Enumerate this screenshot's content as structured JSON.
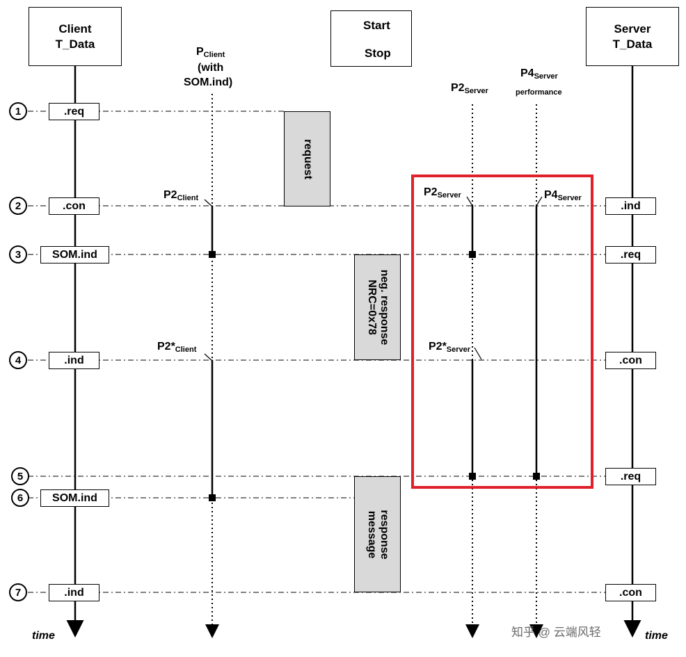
{
  "headers": {
    "client": [
      "Client",
      "T_Data"
    ],
    "server": [
      "Server",
      "T_Data"
    ],
    "legend": {
      "start": "Start",
      "stop": "Stop"
    }
  },
  "timelines": {
    "p_client": {
      "main": "P",
      "sub": "Client",
      "lines": [
        "(with",
        "SOM.ind)"
      ]
    },
    "p2_server": {
      "main": "P2",
      "sub": "Server"
    },
    "p4_server": {
      "main": "P4",
      "sub": "Server",
      "note": "performance"
    }
  },
  "steps": [
    "1",
    "2",
    "3",
    "4",
    "5",
    "6",
    "7"
  ],
  "client_prims": [
    ".req",
    ".con",
    "SOM.ind",
    ".ind",
    "SOM.ind",
    ".ind"
  ],
  "server_prims": [
    ".ind",
    ".req",
    ".con",
    ".req",
    ".con"
  ],
  "timer_labels": {
    "p2_client": {
      "main": "P2",
      "sub": "Client"
    },
    "p2star_client": {
      "main": "P2*",
      "sub": "Client"
    },
    "p2_server": {
      "main": "P2",
      "sub": "Server"
    },
    "p4_server": {
      "main": "P4",
      "sub": "Server"
    },
    "p2star_server": {
      "main": "P2*",
      "sub": "Server"
    }
  },
  "messages": {
    "request": "request",
    "neg_response": [
      "neg. response",
      "NRC=0x78"
    ],
    "response": [
      "response",
      "message"
    ]
  },
  "time_label": "time",
  "watermark": "知乎 @ 云端风轻",
  "highlight_color": "#e0202a"
}
